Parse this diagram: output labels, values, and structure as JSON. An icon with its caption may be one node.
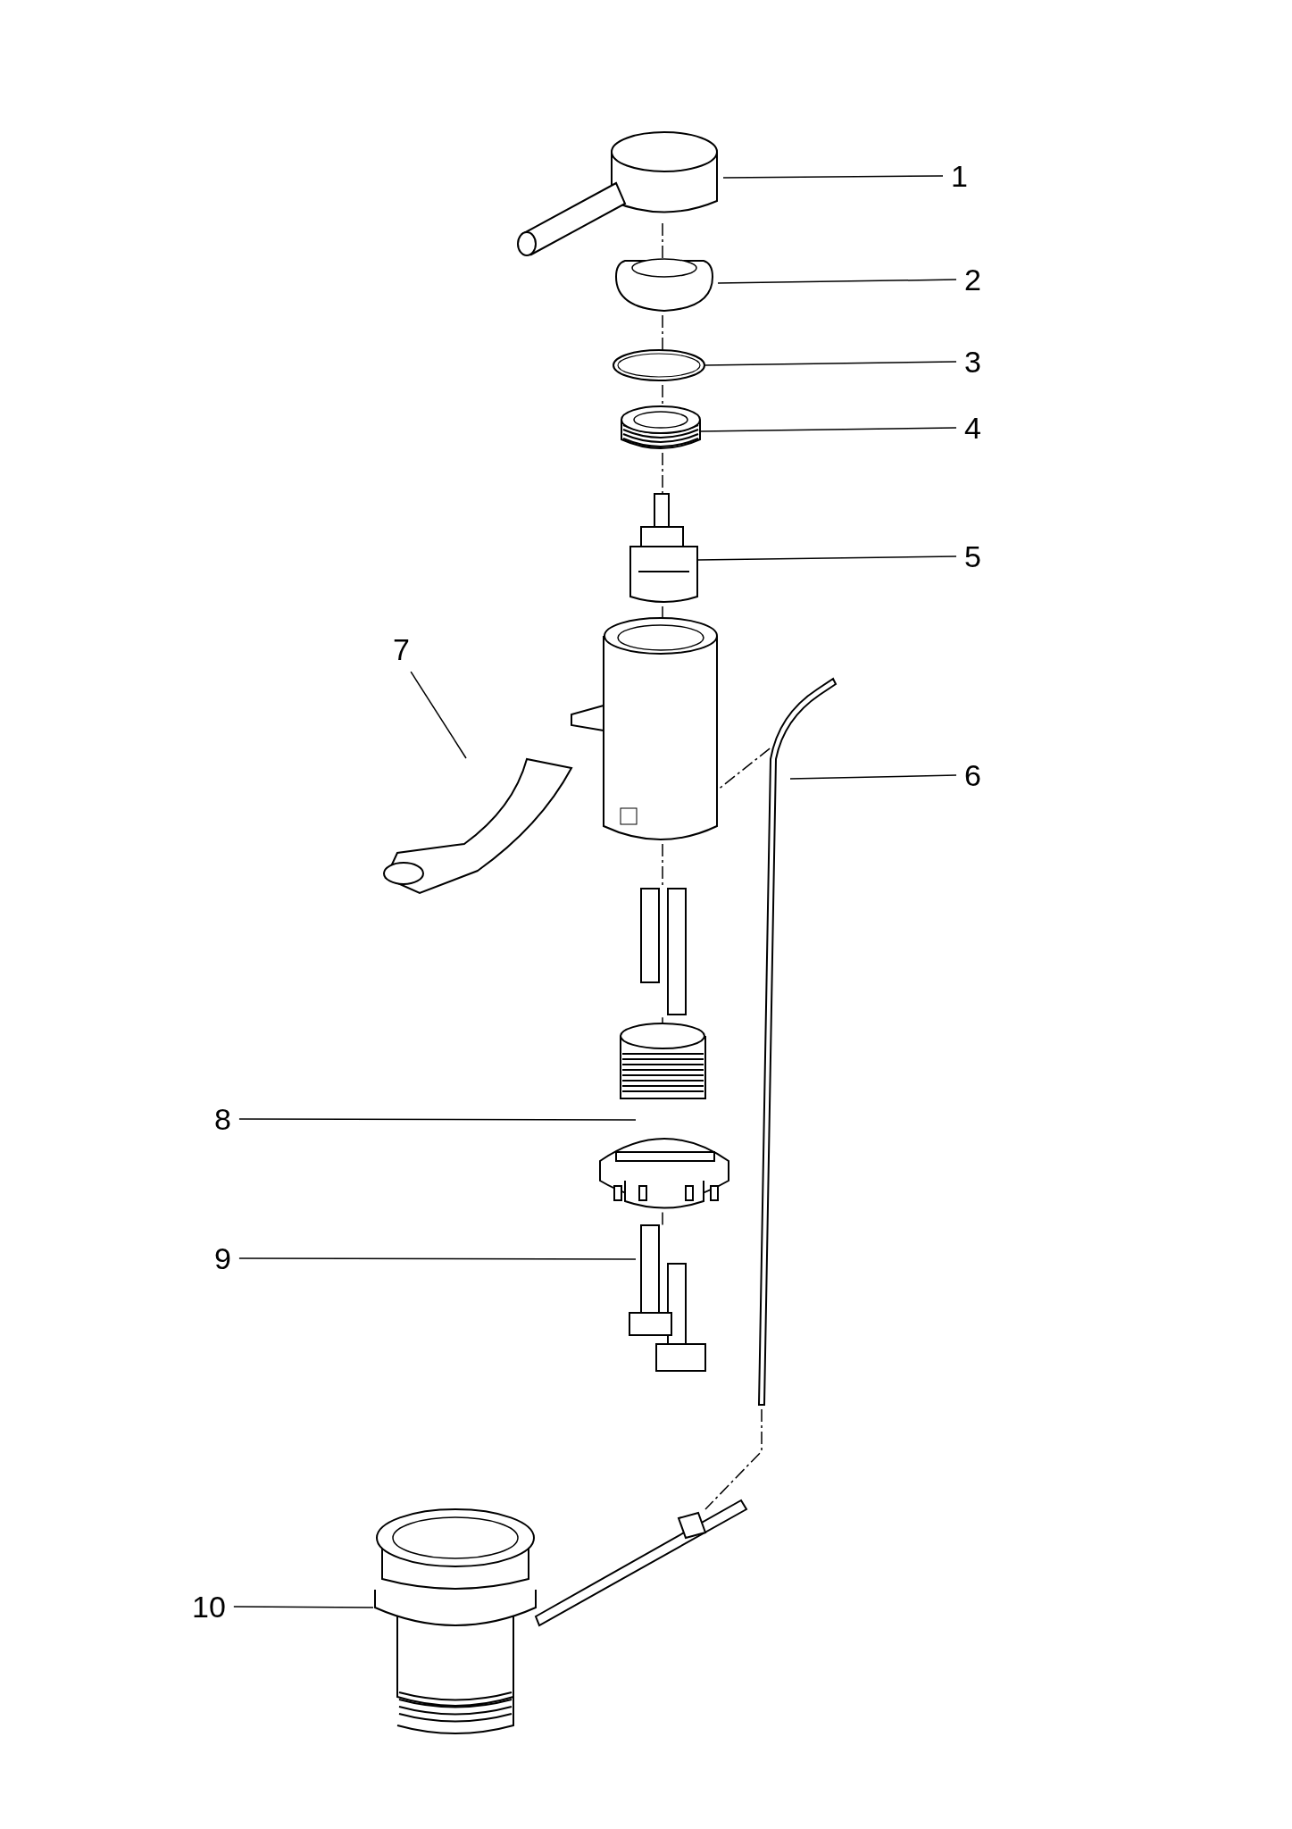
{
  "diagram": {
    "nodes": [
      {
        "text": [
          "1"
        ]
      },
      {
        "text": [
          "2"
        ]
      },
      {
        "text": [
          "3"
        ]
      },
      {
        "text": [
          "4"
        ]
      },
      {
        "text": [
          "5"
        ]
      },
      {
        "text": [
          "7"
        ]
      },
      {
        "text": [
          "6"
        ]
      },
      {
        "text": [
          "8"
        ]
      },
      {
        "text": [
          "9"
        ]
      },
      {
        "text": [
          "10"
        ]
      },
      {
        "text": [],
        "shape": "picture"
      },
      {
        "text": [],
        "shape": "picture"
      },
      {
        "text": [],
        "shape": "picture"
      },
      {
        "text": [],
        "shape": "picture"
      },
      {
        "text": [],
        "shape": "picture"
      },
      {
        "text": [],
        "shape": "picture"
      },
      {
        "text": [],
        "shape": "picture"
      },
      {
        "text": [],
        "shape": "picture"
      },
      {
        "text": [],
        "shape": "picture"
      },
      {
        "text": [],
        "shape": "picture"
      },
      {
        "text": [],
        "shape": "picture"
      },
      {
        "text": [],
        "shape": "picture"
      }
    ],
    "edges": [
      {
        "from": 0,
        "to": 10,
        "arrow": "none"
      },
      {
        "from": 1,
        "to": 11,
        "arrow": "none"
      },
      {
        "from": 2,
        "to": 12,
        "arrow": "none"
      },
      {
        "from": 3,
        "to": 13,
        "arrow": "none"
      },
      {
        "from": 4,
        "to": 14,
        "arrow": "none"
      },
      {
        "from": 5,
        "to": 15,
        "arrow": "none"
      },
      {
        "from": 6,
        "to": 16,
        "arrow": "none"
      },
      {
        "from": 7,
        "to": 17,
        "arrow": "none"
      },
      {
        "from": 8,
        "to": 18,
        "arrow": "none"
      },
      {
        "from": 9,
        "to": 19,
        "arrow": "none"
      },
      {
        "from": 10,
        "to": 11,
        "arrow": "none",
        "style": "dashed"
      },
      {
        "from": 11,
        "to": 12,
        "arrow": "none",
        "style": "dashed"
      },
      {
        "from": 12,
        "to": 13,
        "arrow": "none",
        "style": "dashed"
      },
      {
        "from": 13,
        "to": 14,
        "arrow": "none",
        "style": "dashed"
      },
      {
        "from": 14,
        "to": 20,
        "arrow": "none",
        "style": "dashed"
      },
      {
        "from": 20,
        "to": 21,
        "arrow": "none",
        "style": "dashed"
      },
      {
        "from": 21,
        "to": 17,
        "arrow": "none",
        "style": "dashed"
      },
      {
        "from": 17,
        "to": 18,
        "arrow": "none",
        "style": "dashed"
      },
      {
        "from": 16,
        "to": 20,
        "arrow": "none",
        "style": "dashed"
      },
      {
        "from": 16,
        "to": 19,
        "arrow": "none",
        "style": "dashed"
      }
    ]
  }
}
